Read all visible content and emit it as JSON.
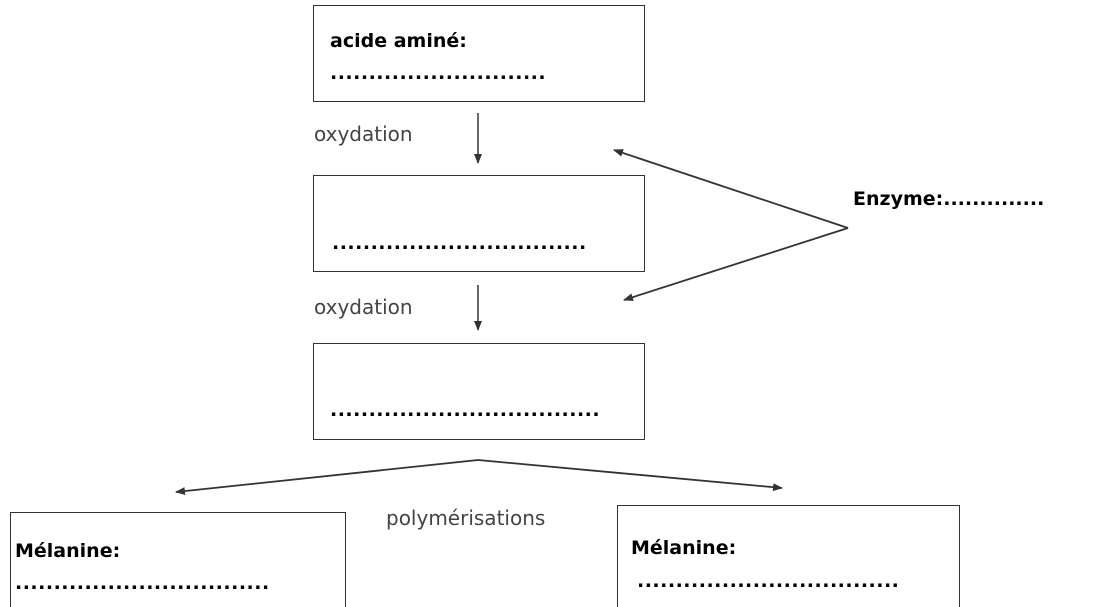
{
  "box1": {
    "label": "acide aminé:",
    "blank": "............................"
  },
  "box2": {
    "blank": "................................."
  },
  "box3": {
    "blank": "..................................."
  },
  "box4": {
    "label": "Mélanine:",
    "blank": "................................."
  },
  "box5": {
    "label": "Mélanine:",
    "blank": ".................................."
  },
  "step1": "oxydation",
  "step2": "oxydation",
  "step3": "polymérisations",
  "enzyme": "Enzyme:..............",
  "colors": {
    "ink": "#000000",
    "line": "#333333",
    "soft_text": "#444444"
  }
}
